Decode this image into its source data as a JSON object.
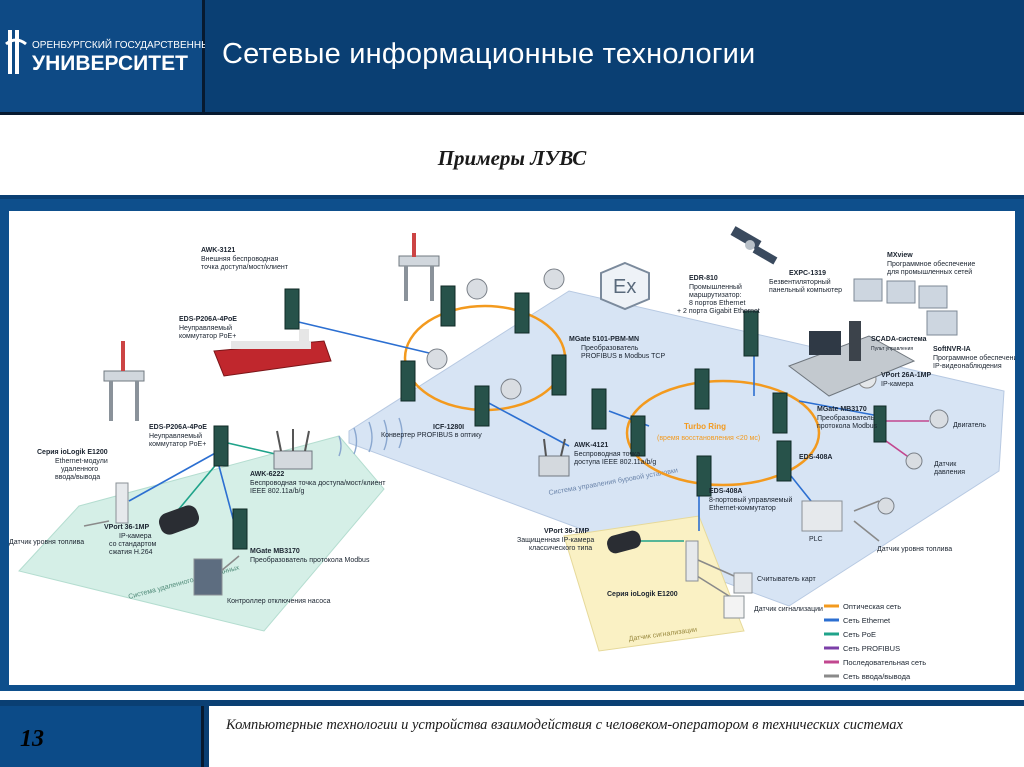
{
  "header": {
    "university_line1": "ОРЕНБУРГСКИЙ ГОСУДАРСТВЕННЫЙ",
    "university_line2": "УНИВЕРСИТЕТ",
    "title": "Сетевые информационные технологии"
  },
  "subtitle": "Примеры ЛУВС",
  "diagram": {
    "zones": {
      "remote": "Система удаленного сбора данных",
      "drilling": "Система управления буровой установки",
      "alarm": "Датчик сигнализации"
    },
    "ring_label": "Turbo Ring",
    "ring_sublabel": "(время восстановления <20 мс)",
    "devices": {
      "awk3121": {
        "name": "AWK-3121",
        "desc1": "Внешняя беспроводная",
        "desc2": "точка доступа/мост/клиент"
      },
      "eds_p206a_top": {
        "name": "EDS-P206A-4PoE",
        "desc1": "Неуправляемый",
        "desc2": "коммутатор PoE+"
      },
      "eds_p206a_mid": {
        "name": "EDS-P206A-4PoE",
        "desc1": "Неуправляемый",
        "desc2": "коммутатор PoE+"
      },
      "iologik_left": {
        "name": "Серия ioLogik E1200",
        "desc1": "Ethernet-модули",
        "desc2": "удаленного",
        "desc3": "ввода/вывода"
      },
      "awk6222": {
        "name": "AWK-6222",
        "desc1": "Беспроводная точка доступа/мост/клиент",
        "desc2": "IEEE 802.11a/b/g"
      },
      "vport_left": {
        "name": "VPort 36-1MP",
        "desc1": "IP-камера",
        "desc2": "со стандартом",
        "desc3": "сжатия H.264"
      },
      "mgate_left": {
        "name": "MGate MB3170",
        "desc1": "Преобразователь протокола Modbus"
      },
      "fuel_sensor_left": "Датчик уровня топлива",
      "pump_controller": "Контроллер отключения насоса",
      "icf1280i": {
        "name": "ICF-1280I",
        "desc1": "Конвертер PROFIBUS в оптику"
      },
      "mgate5101": {
        "name": "MGate 5101-PBM-MN",
        "desc1": "Преобразователь",
        "desc2": "PROFIBUS в Modbus TCP"
      },
      "awk4121": {
        "name": "AWK-4121",
        "desc1": "Беспроводная точка",
        "desc2": "доступа IEEE 802.11a/b/g"
      },
      "eds408a_bottom": {
        "name": "EDS-408A",
        "desc1": "8-портовый управляемый",
        "desc2": "Ethernet-коммутатор"
      },
      "eds408a_right": {
        "name": "EDS-408A"
      },
      "edr810": {
        "name": "EDR-810",
        "desc1": "Промышленный",
        "desc2": "маршрутизатор:",
        "desc3": "8 портов Ethernet",
        "desc4": "+ 2 порта Gigabit Ethernet"
      },
      "expc1319": {
        "name": "EXPC-1319",
        "desc1": "Безвентиляторный",
        "desc2": "панельный компьютер"
      },
      "mxview": {
        "name": "MXview",
        "desc1": "Программное обеспечение",
        "desc2": "для промышленных сетей"
      },
      "scada": {
        "name": "SCADA-система",
        "desc1": "Пульт управления"
      },
      "softnvr": {
        "name": "SoftNVR-IA",
        "desc1": "Программное обеспечение",
        "desc2": "IP-видеонаблюдения"
      },
      "vport26a": {
        "name": "VPort 26A-1MP",
        "desc1": "IP-камера"
      },
      "mgate_right": {
        "name": "MGate MB3170",
        "desc1": "Преобразователь",
        "desc2": "протокола Modbus"
      },
      "motor": "Двигатель",
      "pressure": {
        "line1": "Датчик",
        "line2": "давления"
      },
      "plc": "PLC",
      "fuel_sensor_right": "Датчик уровня топлива",
      "vport_bottom": {
        "name": "VPort 36-1MP",
        "desc1": "Защищенная IP-камера",
        "desc2": "классического типа"
      },
      "iologik_bottom": {
        "name": "Серия ioLogik E1200"
      },
      "card_reader": "Считыватель карт",
      "alarm_sensor": "Датчик сигнализации"
    },
    "legend": [
      {
        "label": "Оптическая сеть",
        "color": "#f39a1e"
      },
      {
        "label": "Сеть Ethernet",
        "color": "#2c6fd1"
      },
      {
        "label": "Сеть PoE",
        "color": "#1fa38a"
      },
      {
        "label": "Сеть PROFIBUS",
        "color": "#7b3fa8"
      },
      {
        "label": "Последовательная сеть",
        "color": "#c2478f"
      },
      {
        "label": "Сеть ввода/вывода",
        "color": "#8a8a8a"
      }
    ]
  },
  "footer": {
    "page_number": "13",
    "text": "Компьютерные технологии и устройства взаимодействия с человеком-оператором в технических системах"
  }
}
